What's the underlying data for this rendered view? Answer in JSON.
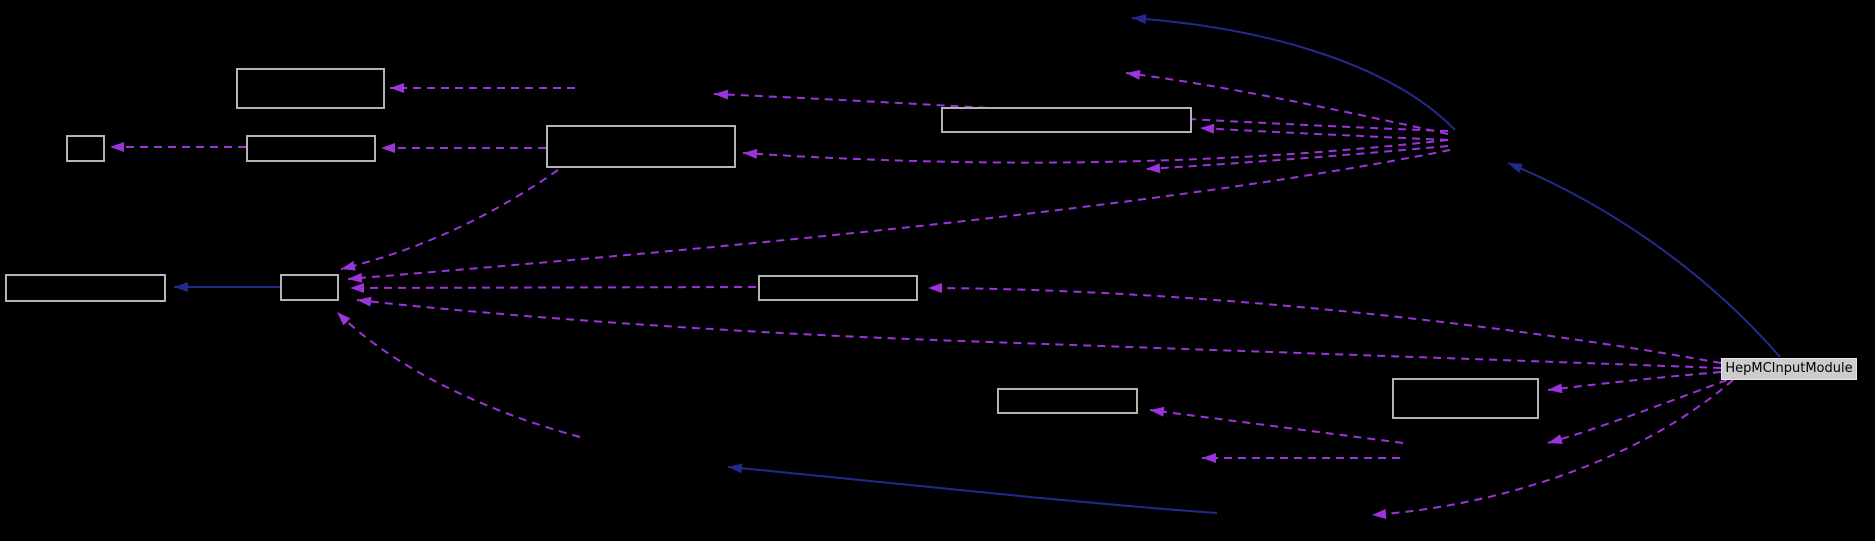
{
  "graph": {
    "highlighted_node": {
      "label": "HepMCInputModule"
    },
    "empty_nodes_count": 10,
    "colors": {
      "background": "#000000",
      "node_border": "#b3b3b3",
      "node_fill": "#000000",
      "highlight_fill": "#cccccc",
      "highlight_border": "#e9e9e9",
      "highlight_text": "#000000",
      "usage_edge": "#9d33da",
      "inheritance_edge": "#232a8f"
    },
    "edge_styles": {
      "usage": "dashed",
      "inheritance": "solid"
    }
  }
}
